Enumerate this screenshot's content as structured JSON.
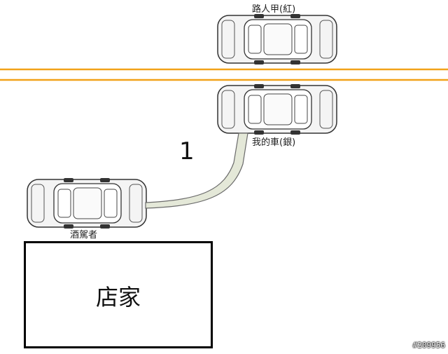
{
  "labels": {
    "pedestrian_car": "路人甲(紅)",
    "my_car": "我的車(銀)",
    "drunk_driver": "酒駕者",
    "step": "1",
    "store": "店家"
  },
  "watermark": "#209956",
  "colors": {
    "road_line": "#f2a21a",
    "car_body": "#f4f4f4",
    "car_outline": "#333333",
    "path_fill": "#e4e8d8",
    "path_stroke": "#6a6a6a"
  }
}
